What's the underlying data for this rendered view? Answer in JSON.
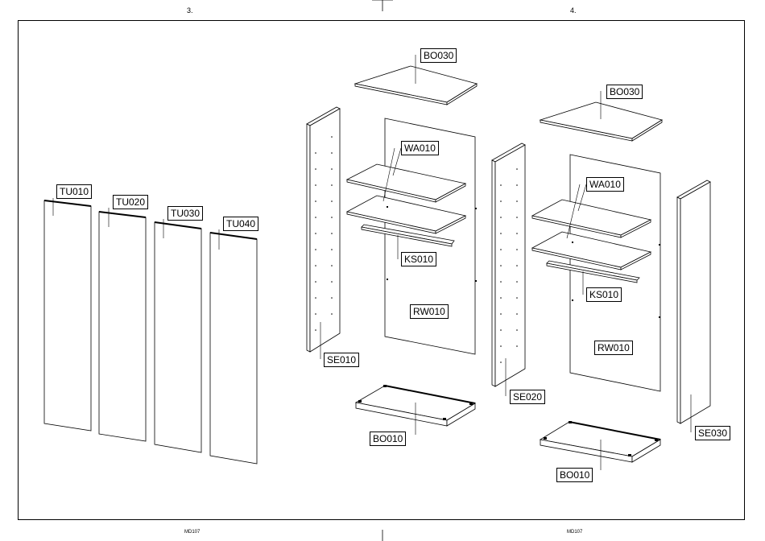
{
  "pages": {
    "left": "3.",
    "right": "4."
  },
  "footer": {
    "left_code": "MD107",
    "right_code": "MD107"
  },
  "parts": {
    "tu010": "TU010",
    "tu020": "TU020",
    "tu030": "TU030",
    "tu040": "TU040",
    "bo030_left": "BO030",
    "bo030_right": "BO030",
    "wa010_left": "WA010",
    "wa010_right": "WA010",
    "ks010_left": "KS010",
    "ks010_right": "KS010",
    "rw010_left": "RW010",
    "rw010_right": "RW010",
    "se010": "SE010",
    "se020": "SE020",
    "se030": "SE030",
    "bo010_left": "BO010",
    "bo010_right": "BO010"
  }
}
